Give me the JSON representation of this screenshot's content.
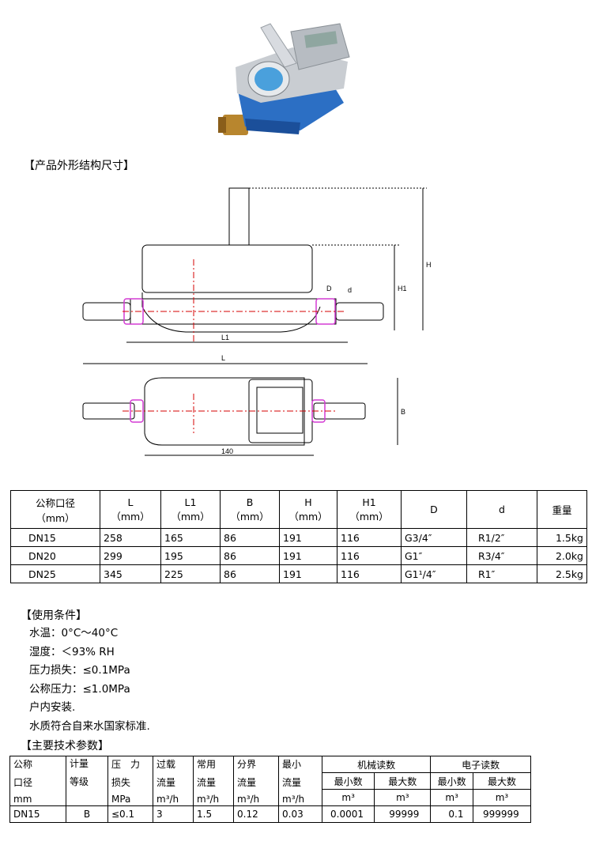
{
  "sections": {
    "dimensions_title": "【产品外形结构尺寸】",
    "conditions_title": "【使用条件】",
    "specs_title": "【主要技术参数】"
  },
  "drawing": {
    "label_L1": "L1",
    "label_L": "L",
    "label_D": "D",
    "label_d": "d",
    "label_H1": "H1",
    "label_H": "H",
    "label_B": "B",
    "label_140": "140"
  },
  "dim_table": {
    "headers": [
      {
        "name": "公称口径",
        "unit": "（mm）"
      },
      {
        "name": "L",
        "unit": "（mm）"
      },
      {
        "name": "L1",
        "unit": "（mm）"
      },
      {
        "name": "B",
        "unit": "（mm）"
      },
      {
        "name": "H",
        "unit": "（mm）"
      },
      {
        "name": "H1",
        "unit": "（mm）"
      },
      {
        "name": "D",
        "unit": ""
      },
      {
        "name": "d",
        "unit": ""
      },
      {
        "name": "重量",
        "unit": ""
      }
    ],
    "rows": [
      [
        "DN15",
        "258",
        "165",
        "86",
        "191",
        "116",
        "G3/4″",
        "R1/2″",
        "1.5kg"
      ],
      [
        "DN20",
        "299",
        "195",
        "86",
        "191",
        "116",
        "G1″",
        "R3/4″",
        "2.0kg"
      ],
      [
        "DN25",
        "345",
        "225",
        "86",
        "191",
        "116",
        "G1¹/4″",
        "R1″",
        "2.5kg"
      ]
    ]
  },
  "conditions": [
    "水温：0°C～40°C",
    "湿度：＜93% RH",
    "压力损失：≤0.1MPa",
    "公称压力：≤1.0MPa",
    "户内安装.",
    "水质符合自来水国家标准."
  ],
  "spec_table": {
    "h_caliber": [
      "公称",
      "口径",
      "mm"
    ],
    "h_grade": [
      "计量",
      "等级"
    ],
    "h_loss": [
      "压　力",
      "损失",
      "MPa"
    ],
    "h_overload": [
      "过载",
      "流量"
    ],
    "h_common": [
      "常用",
      "流量"
    ],
    "h_boundary": [
      "分界",
      "流量"
    ],
    "h_min": [
      "最小",
      "流量"
    ],
    "h_unit_flow": "m³/h",
    "h_mech": "机械读数",
    "h_elec": "电子读数",
    "h_min_read": "最小数",
    "h_max_read": "最大数",
    "h_m3": "m³",
    "row": [
      "DN15",
      "B",
      "≤0.1",
      "3",
      "1.5",
      "0.12",
      "0.03",
      "0.0001",
      "99999",
      "0.1",
      "999999"
    ]
  }
}
